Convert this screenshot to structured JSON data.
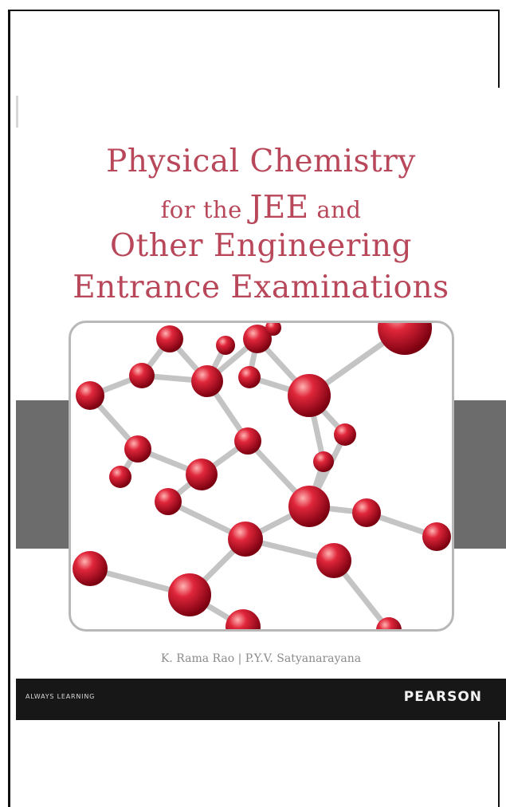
{
  "book": {
    "title_line1": "Physical Chemistry",
    "title_line2_pre": "for the ",
    "title_line2_big": "JEE",
    "title_line2_post": " and",
    "title_line3": "Other Engineering",
    "title_line4": "Entrance Examinations",
    "authors": "K. Rama Rao  |  P.Y.V. Satyanarayana",
    "imprint": "ALWAYS LEARNING",
    "publisher": "PEARSON"
  },
  "colors": {
    "title": "#b8475a",
    "band": "#6c6c6c",
    "footer": "#171717",
    "atom": "#c8102e",
    "bond": "#bdbdbd"
  },
  "illustration": {
    "icon": "molecule-structure-icon"
  }
}
